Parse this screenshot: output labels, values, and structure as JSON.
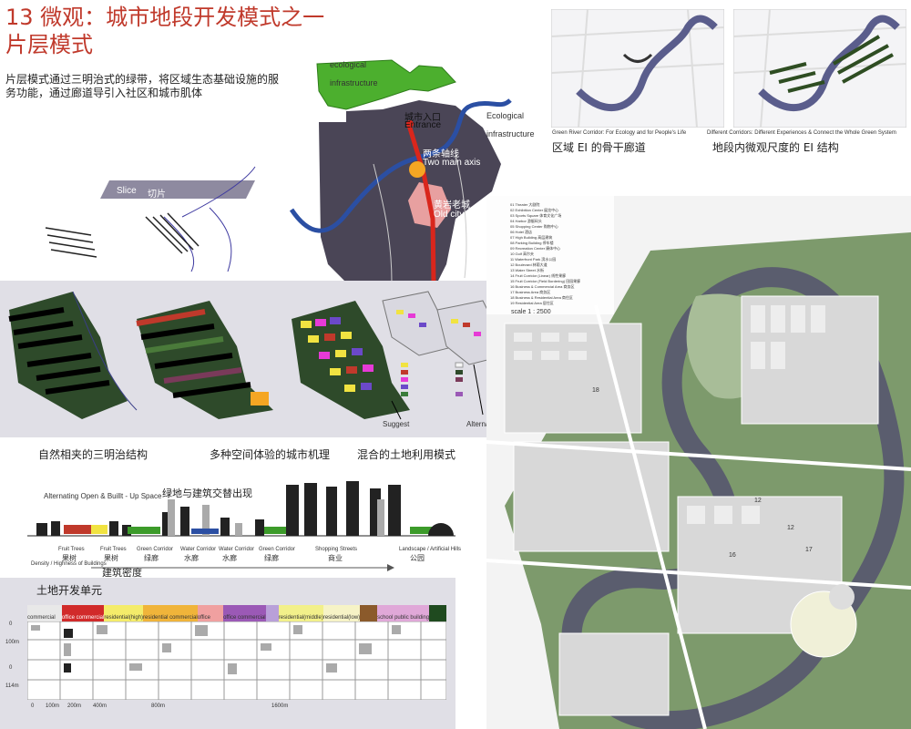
{
  "header": {
    "title_line1": "13 微观：城市地段开发模式之一",
    "title_line2": "片层模式",
    "intro": "片层模式通过三明治式的绿带，将区域生态基础设施的服务功能，通过廊道导引入社区和城市肌体"
  },
  "top_diagram": {
    "ecological_infrastructure_top": "ecological",
    "ecological_infrastructure_top2": "infrastructure",
    "entrance_cn": "城市入口",
    "entrance_en": "Entrance",
    "axis_cn": "两条轴线",
    "axis_en": "Two main axis",
    "eco_right1": "Ecological",
    "eco_right2": "infrastructure",
    "oldcity_cn": "黄岩老城",
    "oldcity_en": "Old city"
  },
  "slice": {
    "label_en": "Slice",
    "label_cn": "切片"
  },
  "corridor_maps": {
    "left_caption_en": "Green River Corridor: For Ecology and for People's Life",
    "left_caption_cn": "区域 EI 的骨干廊道",
    "right_caption_en": "Different Corridors: Different Experiences & Connect the Whole Green System",
    "right_caption_cn": "地段内微观尺度的 EI 结构"
  },
  "sandwich": {
    "caption1": "自然相夹的三明治结构",
    "caption2": "多种空间体验的城市机理",
    "caption3": "混合的土地利用模式",
    "suggest": "Suggest",
    "alternatives": "Alternatives"
  },
  "section": {
    "title_en": "Alternating Open & Buillt - Up Space",
    "title_cn": "绿地与建筑交替出现",
    "labels": [
      {
        "en": "Fruit Trees",
        "cn": "果树"
      },
      {
        "en": "Fruit Trees",
        "cn": "果树"
      },
      {
        "en": "Green Corridor",
        "cn": "绿廊"
      },
      {
        "en": "Water Corridor",
        "cn": "水廊"
      },
      {
        "en": "Water Corridor",
        "cn": "水廊"
      },
      {
        "en": "Green Corridor",
        "cn": "绿廊"
      },
      {
        "en": "Shopping Streets",
        "cn": "商业"
      },
      {
        "en": "Landscape / Artificial Hills",
        "cn": "公园"
      }
    ],
    "density_en": "Density / Highness of Buildings",
    "density_cn": "建筑密度"
  },
  "land_units": {
    "title": "土地开发单元",
    "categories": [
      "commercial",
      "office commercial",
      "residential(high)",
      "residential commercial",
      "office",
      "office commercial",
      "",
      "residential(middle)",
      "residential(low)",
      "",
      "school public building",
      ""
    ],
    "y_ticks": [
      "0",
      "100m",
      "0",
      "114m"
    ],
    "x_ticks": [
      "0",
      "100m",
      "200m",
      "400m",
      "800m",
      "1600m"
    ]
  },
  "plan": {
    "legend": [
      "01 Theater 大剧院",
      "02 Exhibition Center 展览中心",
      "03 Sports Square 体育文化广场",
      "04 Harbor 游艇码头",
      "05 Shopping Center 购物中心",
      "06 Hotel 酒店",
      "07 High Building 高层建筑",
      "08 Parking Building 停车楼",
      "09 Recreation Center 康体中心",
      "10 Golf 高尔夫",
      "11 Waterfront Park 滨水公园",
      "12 Boulevard 林荫大道",
      "13 Water Street 水街",
      "14 Fruit Corridor (Linear) 线性果廊",
      "15 Fruit Corridor (Field Bordering) 田园果廊",
      "16 Business & Commercial Area 商务区",
      "17 Business Area 商务区",
      "18 Business & Residential Area 商住区",
      "19 Residential Area 居住区"
    ],
    "scale": "scale 1 : 2500",
    "num_18": "18",
    "num_12a": "12",
    "num_12b": "12",
    "num_16": "16",
    "num_17": "17"
  },
  "colors": {
    "title_red": "#c0392b",
    "district_dark": "#4a4556",
    "river_blue": "#2b4fa3",
    "green": "#3c9b2a",
    "plan_green": "#7d9a6c"
  }
}
